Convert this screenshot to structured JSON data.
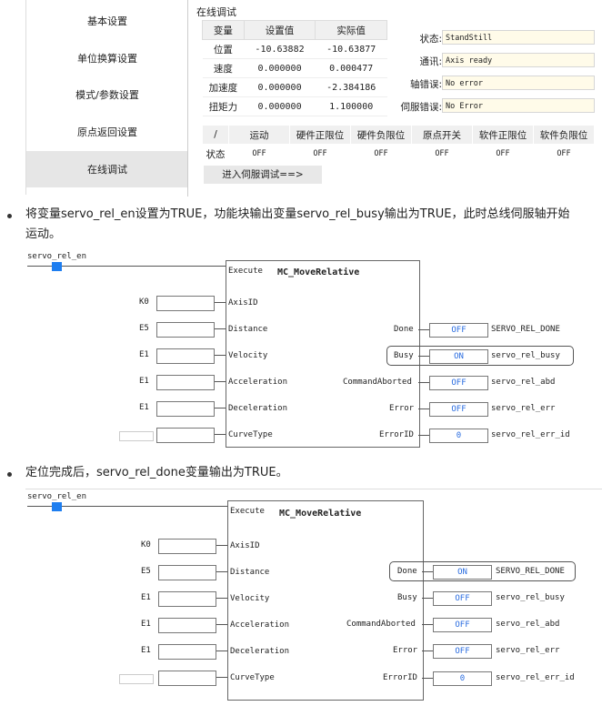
{
  "sidebar": {
    "items": [
      {
        "label": "基本设置"
      },
      {
        "label": "单位换算设置"
      },
      {
        "label": "模式/参数设置"
      },
      {
        "label": "原点返回设置"
      },
      {
        "label": "在线调试"
      }
    ]
  },
  "panel": {
    "title": "在线调试",
    "value_table": {
      "headers": [
        "变量",
        "设置值",
        "实际值"
      ],
      "rows": [
        [
          "位置",
          "-10.63882",
          "-10.63877"
        ],
        [
          "速度",
          "0.000000",
          "0.000477"
        ],
        [
          "加速度",
          "0.000000",
          "-2.384186"
        ],
        [
          "扭矩力",
          "0.000000",
          "1.100000"
        ]
      ]
    },
    "status": [
      {
        "label": "状态:",
        "value": "StandStill"
      },
      {
        "label": "通讯:",
        "value": "Axis ready"
      },
      {
        "label": "轴错误:",
        "value": "No error"
      },
      {
        "label": "伺服错误:",
        "value": "No Error"
      }
    ],
    "limit_table": {
      "headers": [
        "/",
        "运动",
        "硬件正限位",
        "硬件负限位",
        "原点开关",
        "软件正限位",
        "软件负限位"
      ],
      "row": [
        "状态",
        "OFF",
        "OFF",
        "OFF",
        "OFF",
        "OFF",
        "OFF"
      ]
    },
    "enter_button": "进入伺服调试==>"
  },
  "paragraphs": {
    "p1_line1": "将变量servo_rel_en设置为TRUE，功能块输出变量servo_rel_busy输出为TRUE，此时总线伺服轴开始",
    "p1_line2": "运动。",
    "p2": "定位完成后，servo_rel_done变量输出为TRUE。"
  },
  "fb1": {
    "contact_var": "servo_rel_en",
    "title": "MC_MoveRelative",
    "execute": "Execute",
    "inputs": [
      {
        "operand": "K0",
        "pin": "AxisID"
      },
      {
        "operand": "E5",
        "pin": "Distance"
      },
      {
        "operand": "E1",
        "pin": "Velocity"
      },
      {
        "operand": "E1",
        "pin": "Acceleration"
      },
      {
        "operand": "E1",
        "pin": "Deceleration"
      },
      {
        "operand": "",
        "pin": "CurveType"
      }
    ],
    "outputs": [
      {
        "pin": "Done",
        "value": "OFF",
        "var": "SERVO_REL_DONE"
      },
      {
        "pin": "Busy",
        "value": "ON",
        "var": "servo_rel_busy"
      },
      {
        "pin": "CommandAborted",
        "value": "OFF",
        "var": "servo_rel_abd"
      },
      {
        "pin": "Error",
        "value": "OFF",
        "var": "servo_rel_err"
      },
      {
        "pin": "ErrorID",
        "value": "0",
        "var": "servo_rel_err_id"
      }
    ]
  },
  "fb2": {
    "contact_var": "servo_rel_en",
    "title": "MC_MoveRelative",
    "execute": "Execute",
    "inputs": [
      {
        "operand": "K0",
        "pin": "AxisID"
      },
      {
        "operand": "E5",
        "pin": "Distance"
      },
      {
        "operand": "E1",
        "pin": "Velocity"
      },
      {
        "operand": "E1",
        "pin": "Acceleration"
      },
      {
        "operand": "E1",
        "pin": "Deceleration"
      },
      {
        "operand": "",
        "pin": "CurveType"
      }
    ],
    "outputs": [
      {
        "pin": "Done",
        "value": "ON",
        "var": "SERVO_REL_DONE"
      },
      {
        "pin": "Busy",
        "value": "OFF",
        "var": "servo_rel_busy"
      },
      {
        "pin": "CommandAborted",
        "value": "OFF",
        "var": "servo_rel_abd"
      },
      {
        "pin": "Error",
        "value": "OFF",
        "var": "servo_rel_err"
      },
      {
        "pin": "ErrorID",
        "value": "0",
        "var": "servo_rel_err_id"
      }
    ]
  }
}
